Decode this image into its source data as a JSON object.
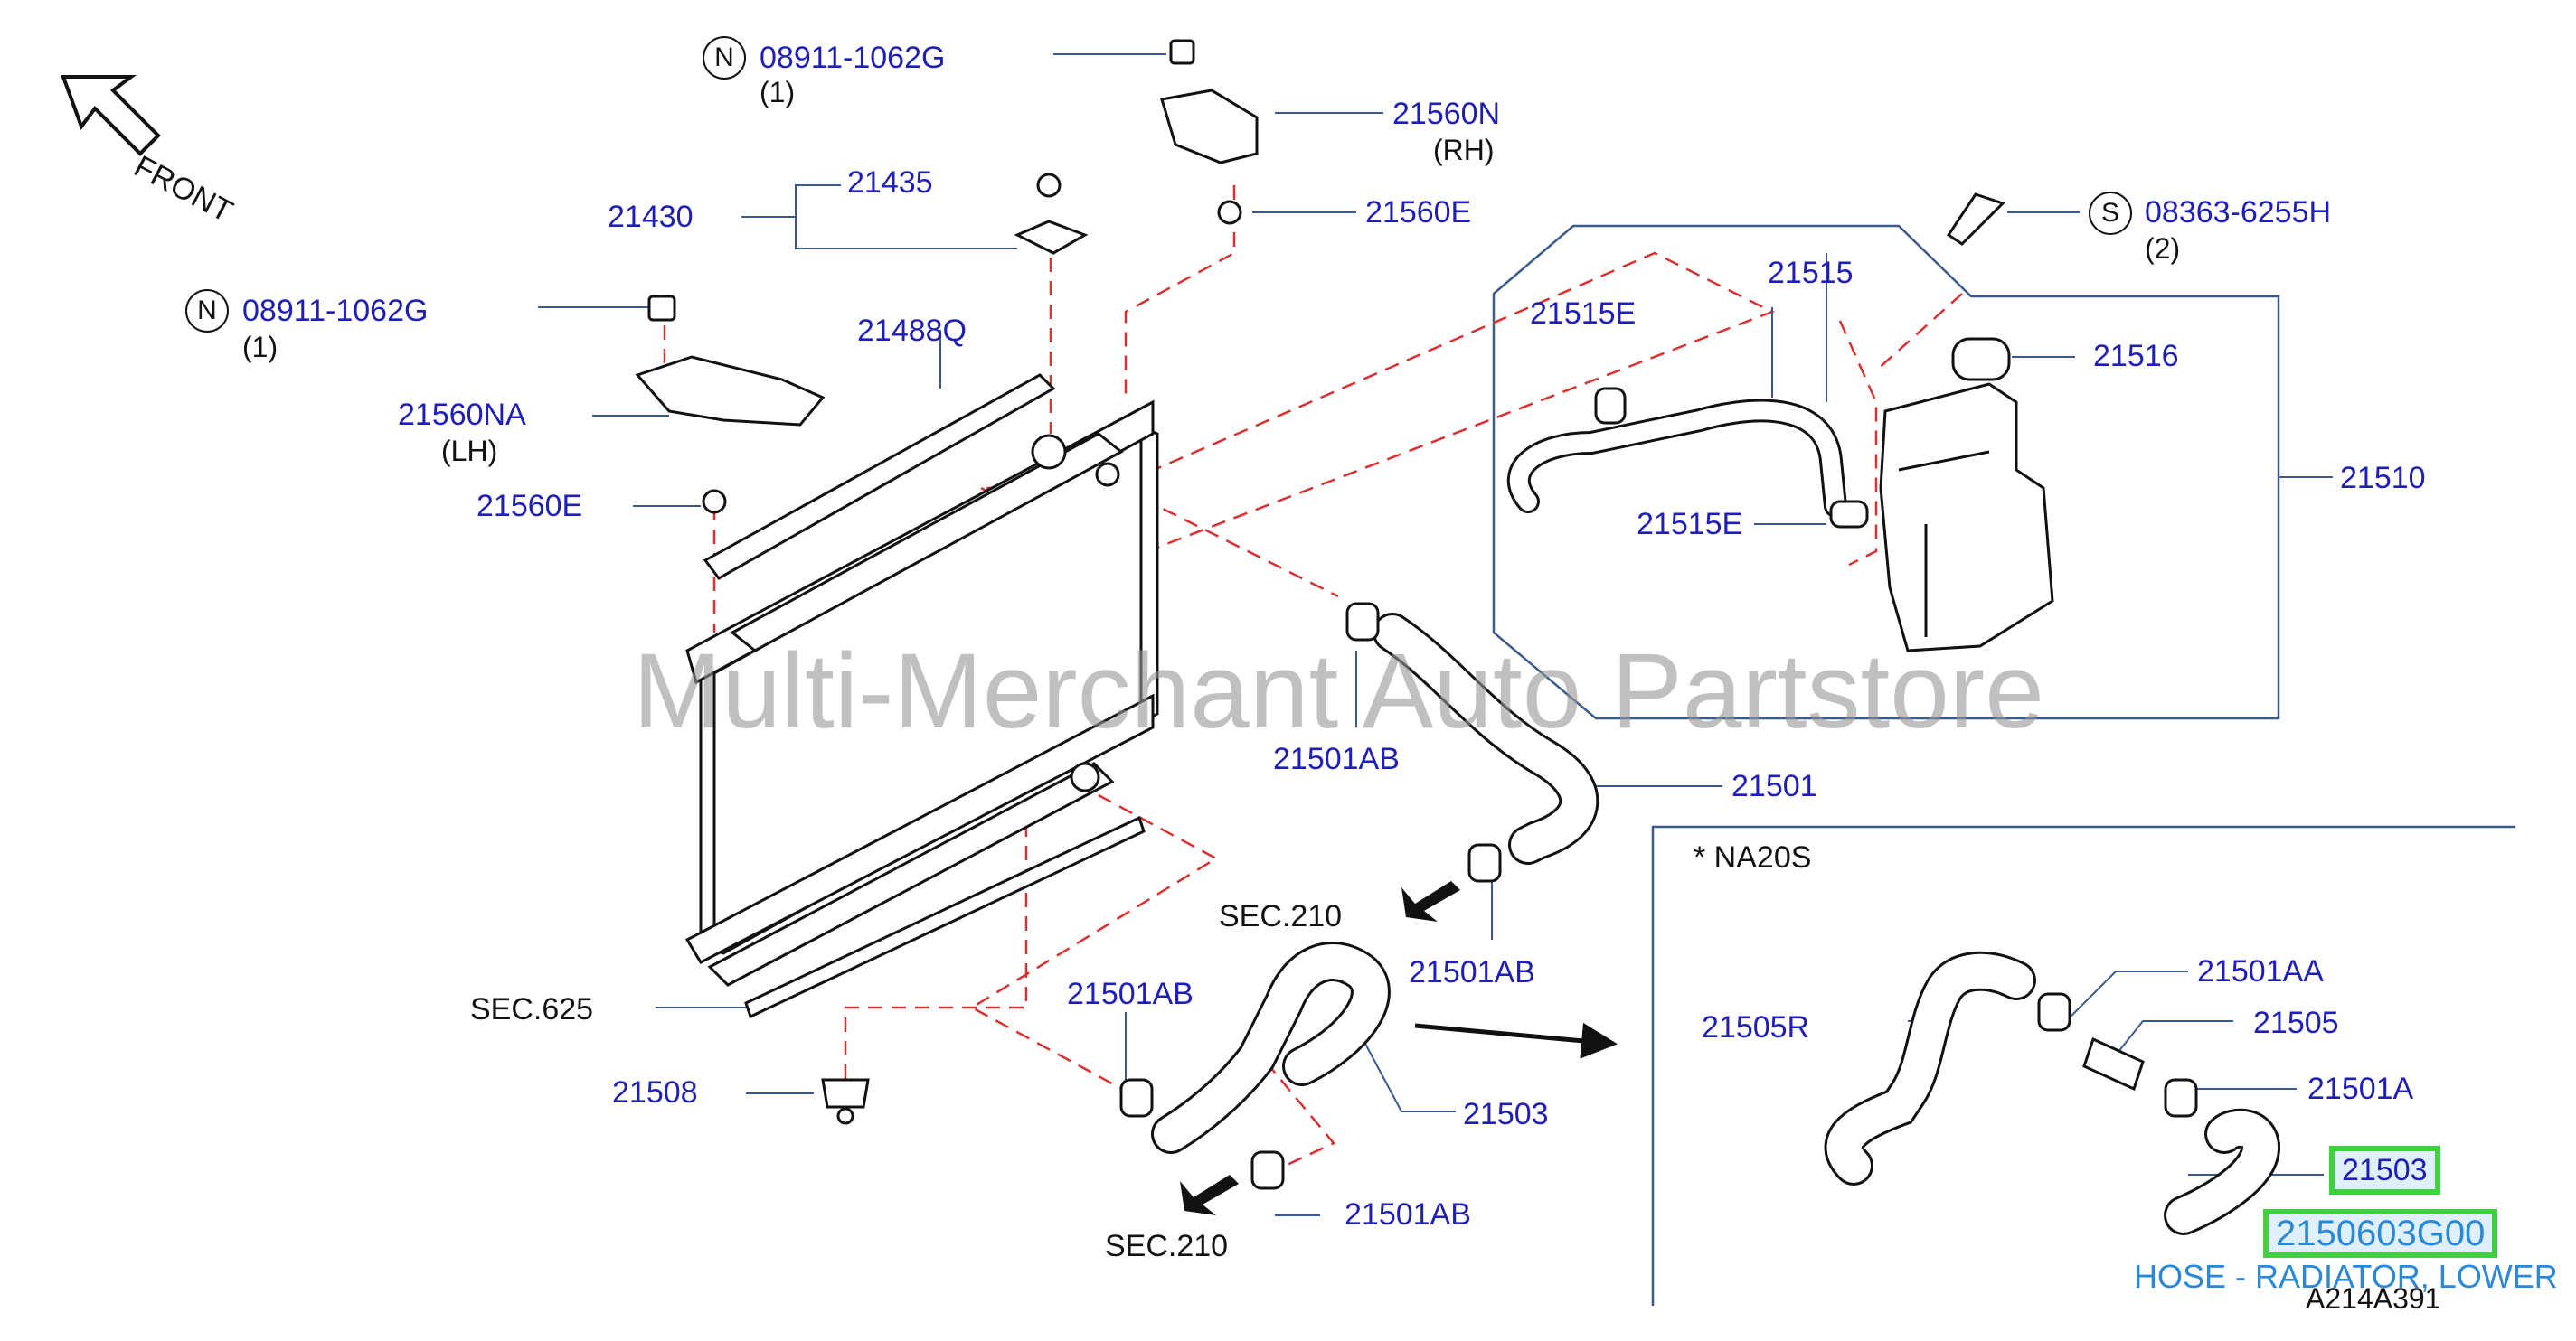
{
  "colors": {
    "callout": "#1f1fb8",
    "text": "#111111",
    "hidden_line": "#d93030",
    "frame": "#3a5a8c",
    "highlight_border": "#3fd13f",
    "highlight_fill": "#dff0fb",
    "description": "#2a88d6",
    "watermark": "#969696"
  },
  "watermark": "Multi-Merchant Auto Partstore",
  "front_label": "FRONT",
  "parts": {
    "p_0891_top": {
      "circle": "N",
      "number": "08911-1062G",
      "qty": "(1)"
    },
    "p_0891_left": {
      "circle": "N",
      "number": "08911-1062G",
      "qty": "(1)"
    },
    "p_0836": {
      "circle": "S",
      "number": "08363-6255H",
      "qty": "(2)"
    },
    "p_21560N": {
      "number": "21560N",
      "side": "(RH)"
    },
    "p_21560NA": {
      "number": "21560NA",
      "side": "(LH)"
    },
    "p_21560E_top": "21560E",
    "p_21560E_left": "21560E",
    "p_21435": "21435",
    "p_21430": "21430",
    "p_21488Q": "21488Q",
    "p_21515": "21515",
    "p_21515E_top": "21515E",
    "p_21515E_bottom": "21515E",
    "p_21516": "21516",
    "p_21510": "21510",
    "p_21501": "21501",
    "p_21501AB_1": "21501AB",
    "p_21501AB_2": "21501AB",
    "p_21501AB_3": "21501AB",
    "p_21501AB_4": "21501AB",
    "p_21503": "21503",
    "p_21508": "21508",
    "sec625": "SEC.625",
    "sec210_top": "SEC.210",
    "sec210_bottom": "SEC.210"
  },
  "inset": {
    "title": "*   NA20S",
    "p_21505R": "21505R",
    "p_21501AA": "21501AA",
    "p_21505": "21505",
    "p_21501A": "21501A",
    "p_21503_highlight": "21503",
    "part_number_highlight": "2150603G00",
    "part_description": "HOSE - RADIATOR, LOWER",
    "diagram_code": "A214A391"
  }
}
